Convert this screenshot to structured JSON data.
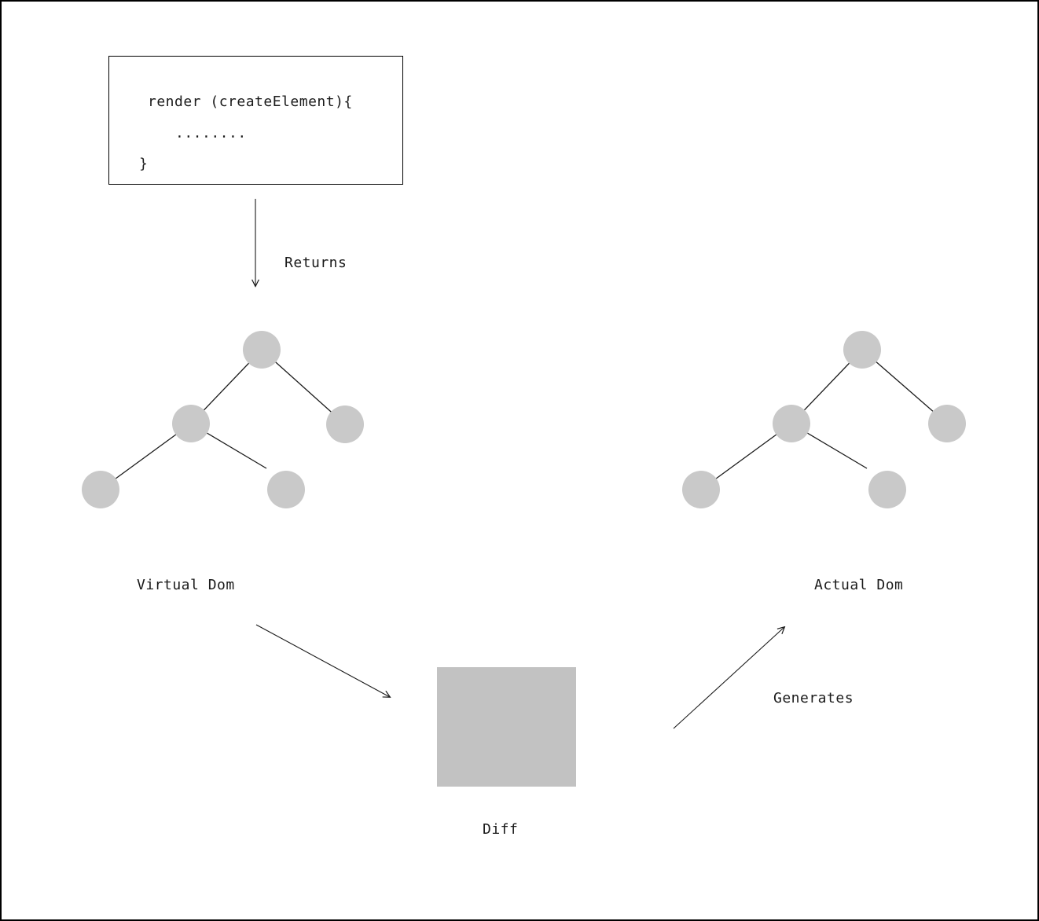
{
  "diagram": {
    "code_box": {
      "line1": "render (createElement){",
      "line2": "........",
      "line3": "}"
    },
    "labels": {
      "returns": "Returns",
      "virtual_dom": "Virtual Dom",
      "actual_dom": "Actual Dom",
      "diff": "Diff",
      "generates": "Generates"
    },
    "colors": {
      "node_fill": "#c9c9c9",
      "diff_box_fill": "#c2c2c2",
      "line_color": "#1a1a1a",
      "border_color": "#000000",
      "background": "#ffffff"
    }
  }
}
